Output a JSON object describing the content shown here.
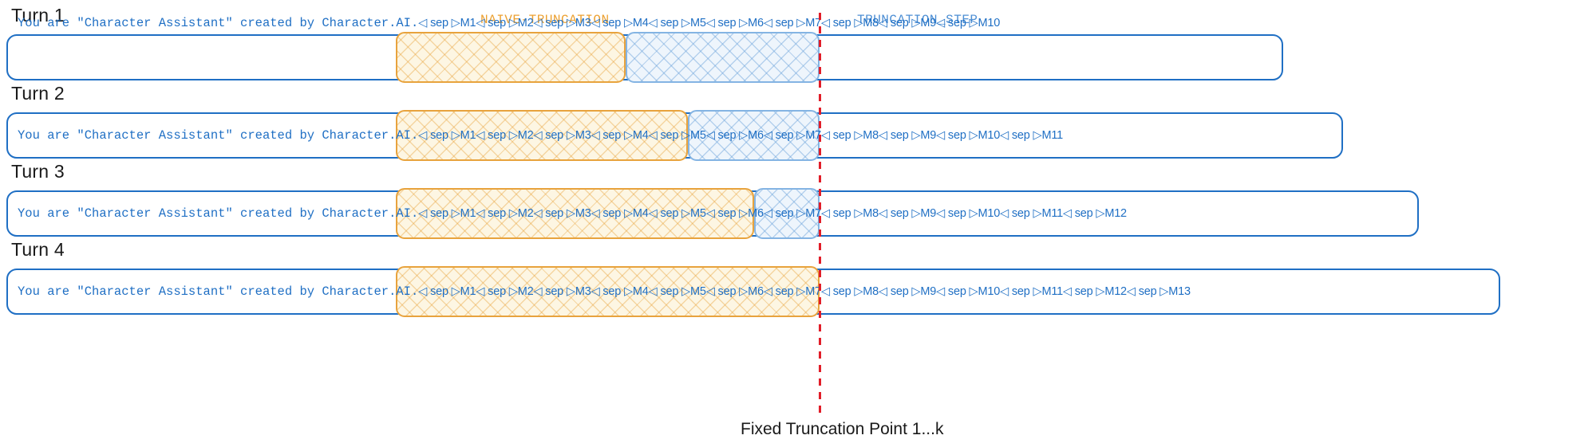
{
  "captions": {
    "naive": "NAIVE-TRUNCATION",
    "step": "TRUNCATION_STEP",
    "fixed_point": "Fixed Truncation Point 1...k"
  },
  "colors": {
    "bar_border": "#1f6fc4",
    "text_blue": "#1f6fc4",
    "naive_orange": "#e8a33d",
    "step_blue": "#84b4e3",
    "truncation_red": "#e11d28",
    "label_black": "#1a1a1a"
  },
  "system_prompt": "You are \"Character Assistant\" created by Character.AI.",
  "separator": "◁ sep ▷",
  "turns": [
    {
      "label": "Turn 1",
      "messages": [
        "M1",
        "M2",
        "M3",
        "M4",
        "M5",
        "M6",
        "M7",
        "M8",
        "M9",
        "M10"
      ],
      "naive_range": "M1-M3",
      "step_range": "M4-M6"
    },
    {
      "label": "Turn 2",
      "messages": [
        "M1",
        "M2",
        "M3",
        "M4",
        "M5",
        "M6",
        "M7",
        "M8",
        "M9",
        "M10",
        "M11"
      ],
      "naive_range": "M1-M4",
      "step_range": "M5-M6"
    },
    {
      "label": "Turn 3",
      "messages": [
        "M1",
        "M2",
        "M3",
        "M4",
        "M5",
        "M6",
        "M7",
        "M8",
        "M9",
        "M10",
        "M11",
        "M12"
      ],
      "naive_range": "M1-M5",
      "step_range": "M6"
    },
    {
      "label": "Turn 4",
      "messages": [
        "M1",
        "M2",
        "M3",
        "M4",
        "M5",
        "M6",
        "M7",
        "M8",
        "M9",
        "M10",
        "M11",
        "M12",
        "M13"
      ],
      "naive_range": "M1-M6",
      "step_range": ""
    }
  ]
}
